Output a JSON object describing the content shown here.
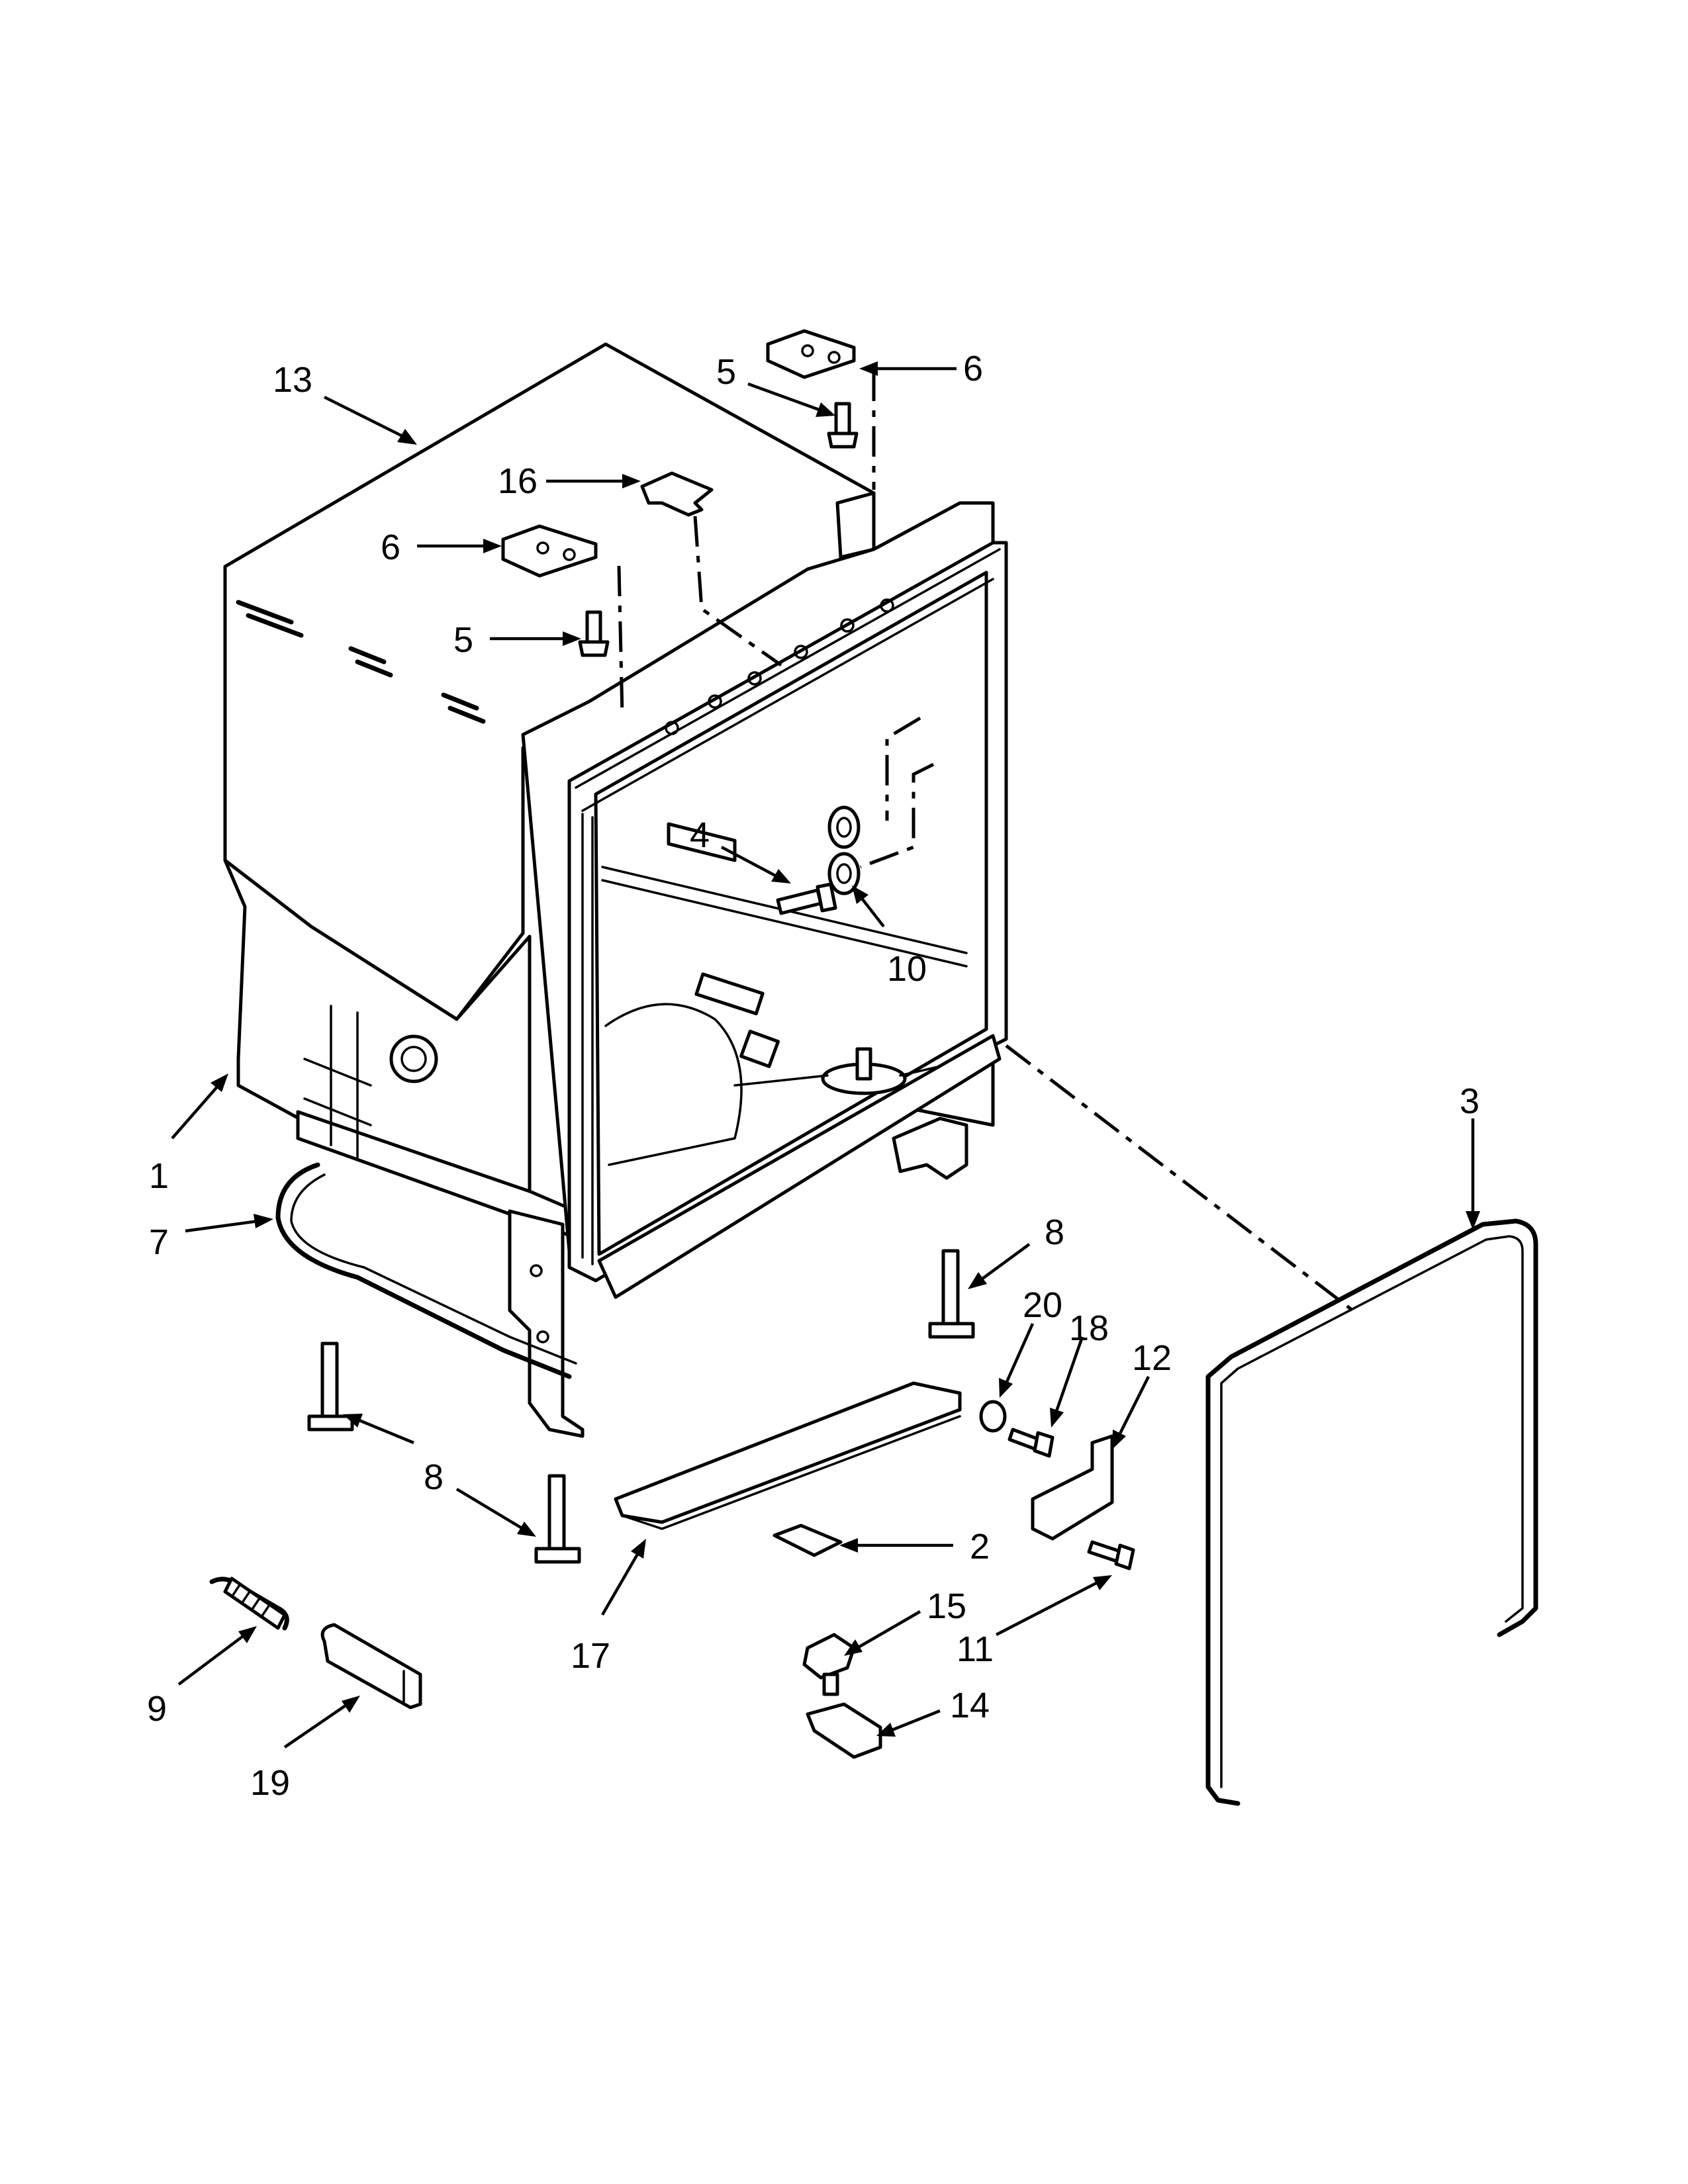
{
  "diagram": {
    "colors": {
      "ink": "#000000",
      "paper": "#ffffff"
    },
    "callouts": [
      {
        "id": "c13",
        "label": "13",
        "part": "top-cover"
      },
      {
        "id": "c5a",
        "label": "5",
        "part": "screw"
      },
      {
        "id": "c6a",
        "label": "6",
        "part": "bracket"
      },
      {
        "id": "c16",
        "label": "16",
        "part": "clip"
      },
      {
        "id": "c6b",
        "label": "6",
        "part": "bracket"
      },
      {
        "id": "c5b",
        "label": "5",
        "part": "screw"
      },
      {
        "id": "c4",
        "label": "4",
        "part": "screw"
      },
      {
        "id": "c10",
        "label": "10",
        "part": "bushing"
      },
      {
        "id": "c3",
        "label": "3",
        "part": "door-gasket"
      },
      {
        "id": "c1",
        "label": "1",
        "part": "tub"
      },
      {
        "id": "c7",
        "label": "7",
        "part": "hose"
      },
      {
        "id": "c8a",
        "label": "8",
        "part": "leveling-leg"
      },
      {
        "id": "c20",
        "label": "20",
        "part": "washer"
      },
      {
        "id": "c18",
        "label": "18",
        "part": "screw"
      },
      {
        "id": "c12",
        "label": "12",
        "part": "bracket"
      },
      {
        "id": "c8b",
        "label": "8",
        "part": "leveling-leg"
      },
      {
        "id": "c2",
        "label": "2",
        "part": "clip"
      },
      {
        "id": "c17",
        "label": "17",
        "part": "base-panel"
      },
      {
        "id": "c15",
        "label": "15",
        "part": "float-switch"
      },
      {
        "id": "c11",
        "label": "11",
        "part": "screw"
      },
      {
        "id": "c14",
        "label": "14",
        "part": "switch-bracket"
      },
      {
        "id": "c9",
        "label": "9",
        "part": "spring"
      },
      {
        "id": "c19",
        "label": "19",
        "part": "pad"
      }
    ]
  }
}
